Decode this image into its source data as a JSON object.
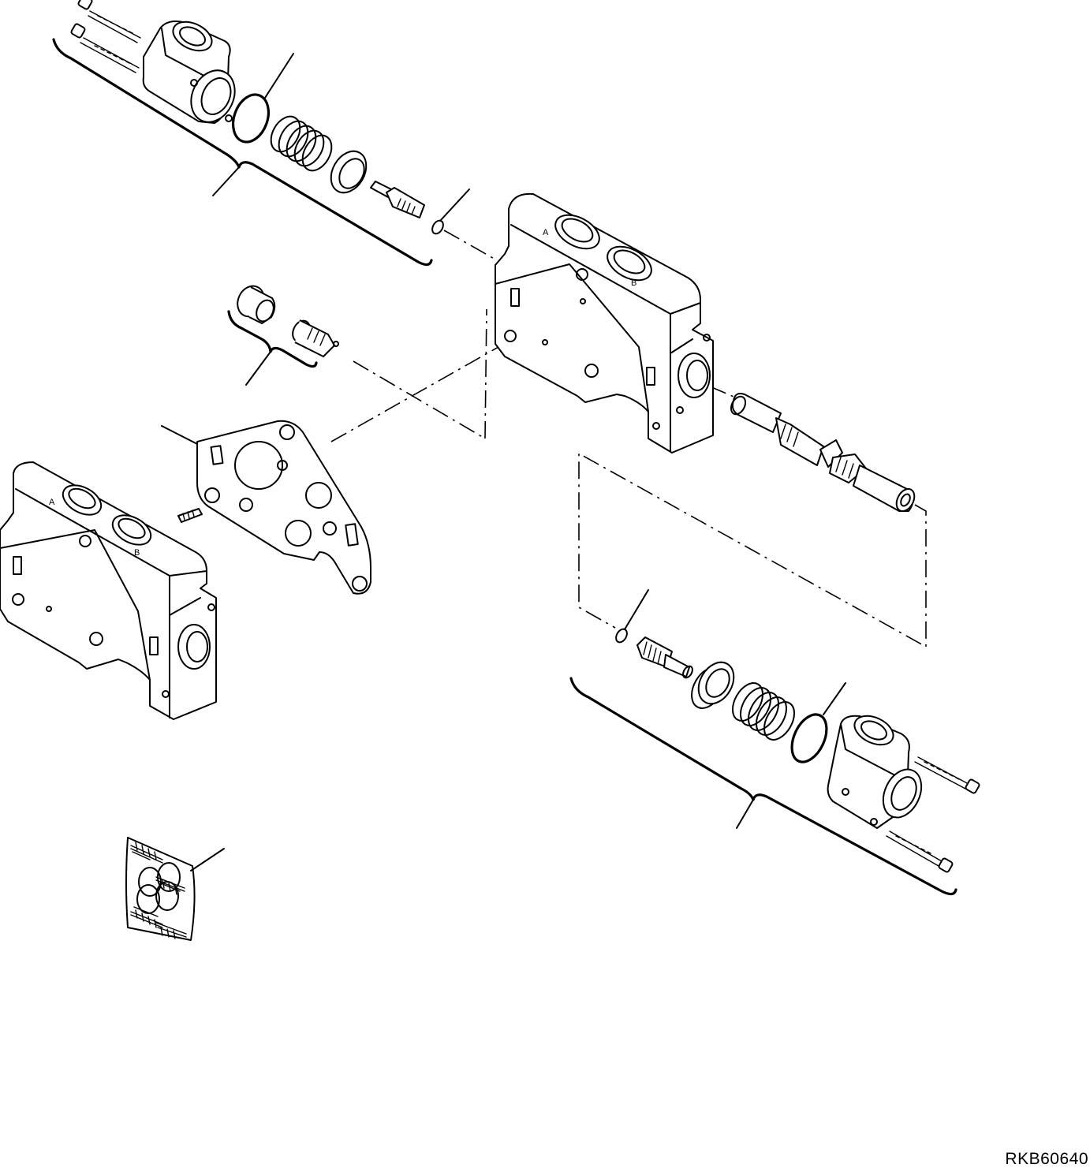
{
  "drawing": {
    "code": "RKB60640",
    "port_a_label": "A",
    "port_b_label": "B"
  }
}
